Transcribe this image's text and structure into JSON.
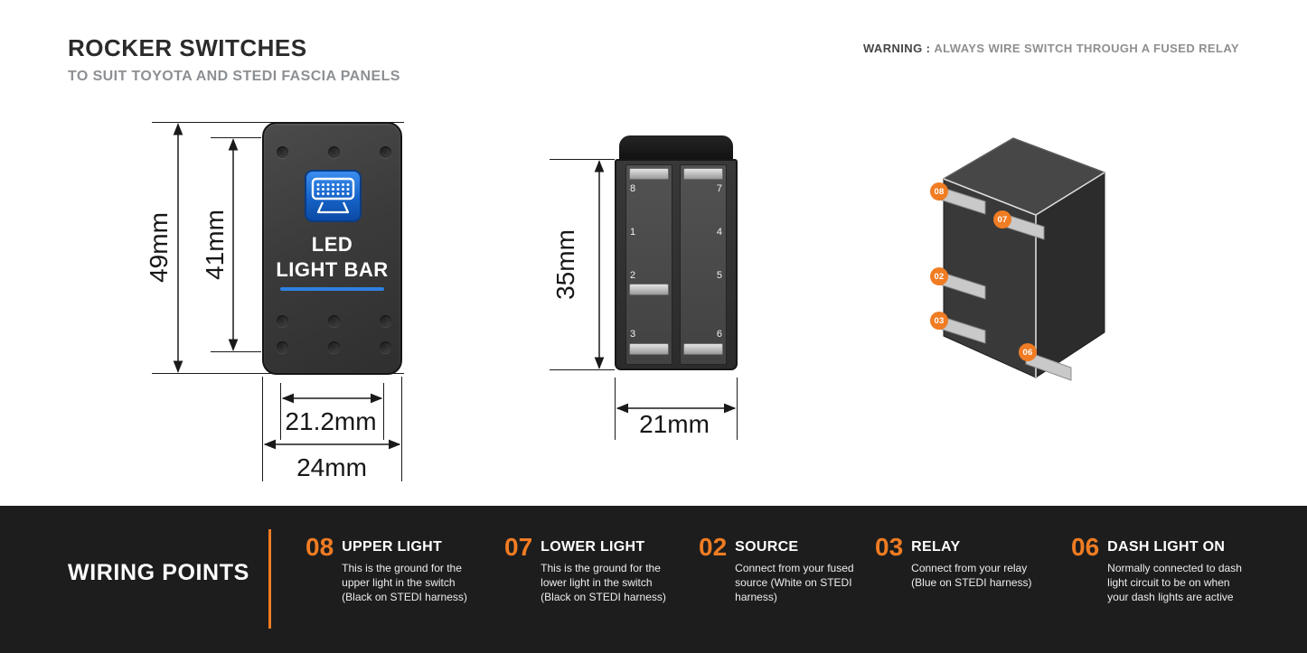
{
  "header": {
    "title": "ROCKER SWITCHES",
    "subtitle": "TO SUIT TOYOTA AND STEDI FASCIA PANELS",
    "warning_label": "WARNING :",
    "warning_text": "ALWAYS WIRE SWITCH THROUGH A FUSED RELAY"
  },
  "front_view": {
    "switch_label_line1": "LED",
    "switch_label_line2": "LIGHT BAR",
    "dimensions": {
      "outer_height": "49mm",
      "inner_height": "41mm",
      "inner_width": "21.2mm",
      "outer_width": "24mm"
    }
  },
  "side_view": {
    "dimensions": {
      "height": "35mm",
      "width": "21mm"
    },
    "pins_left": [
      "8",
      "1",
      "2",
      "3"
    ],
    "pins_right": [
      "7",
      "4",
      "5",
      "6"
    ]
  },
  "rear_view": {
    "badges": [
      "08",
      "07",
      "02",
      "03",
      "06"
    ]
  },
  "wiring": {
    "title": "WIRING POINTS",
    "points": [
      {
        "number": "08",
        "name": "UPPER LIGHT",
        "description": "This is the ground for the upper light in the switch (Black on STEDI harness)"
      },
      {
        "number": "07",
        "name": "LOWER LIGHT",
        "description": "This is the ground for the lower light in the switch (Black on STEDI harness)"
      },
      {
        "number": "02",
        "name": "SOURCE",
        "description": "Connect from your fused source (White on STEDI harness)"
      },
      {
        "number": "03",
        "name": "RELAY",
        "description": "Connect from your relay (Blue on STEDI harness)"
      },
      {
        "number": "06",
        "name": "DASH LIGHT ON",
        "description": "Normally connected to dash light circuit to be on when your dash lights are active"
      }
    ]
  },
  "colors": {
    "accent_orange": "#F07C23",
    "footer_background": "#1D1D1D",
    "switch_body": "#3C3C3C",
    "led_blue": "#2F80E0"
  }
}
